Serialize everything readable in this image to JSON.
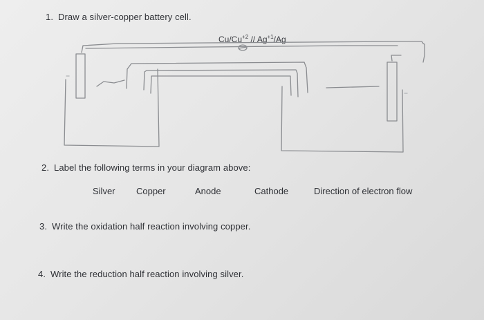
{
  "questions": [
    {
      "number": "1.",
      "text": "Draw a silver-copper battery cell."
    },
    {
      "number": "2.",
      "text": "Label the following terms in your diagram above:"
    },
    {
      "number": "3.",
      "text": "Write the oxidation half reaction involving copper."
    },
    {
      "number": "4.",
      "text": "Write the reduction half reaction involving silver."
    }
  ],
  "terms": [
    "Silver",
    "Copper",
    "Anode",
    "Cathode",
    "Direction of electron flow"
  ],
  "cell_notation": {
    "left": "Cu/Cu",
    "left_sup": "+2",
    "middle": " // Ag",
    "right_sup": "+1",
    "right": "/Ag"
  }
}
